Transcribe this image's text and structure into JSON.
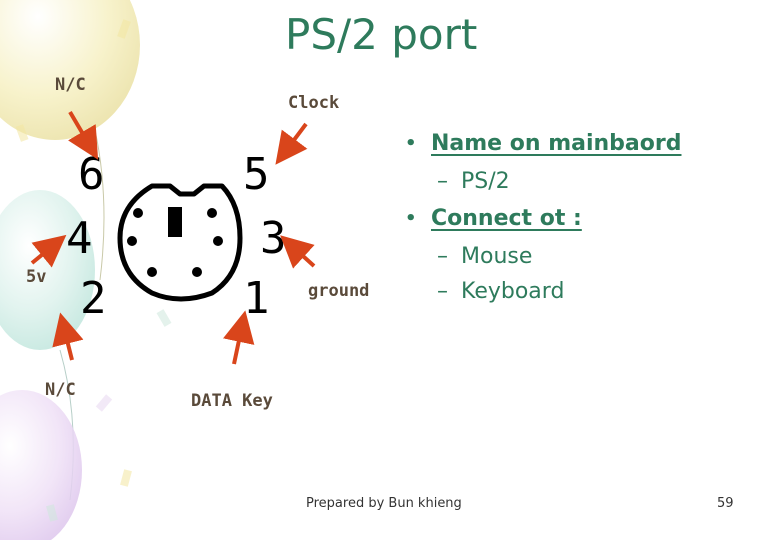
{
  "title": "PS/2 port",
  "pin_labels": {
    "nc_top": "N/C",
    "clock": "Clock",
    "five_v": "5v",
    "ground": "ground",
    "nc_bottom": "N/C",
    "data_key": "DATA Key"
  },
  "pin_numbers": [
    "6",
    "5",
    "4",
    "3",
    "2",
    "1"
  ],
  "bullets": {
    "item1": "Name on mainbaord",
    "item1_sub": "PS/2",
    "item2": "Connect ot :",
    "item2_sub1": "Mouse",
    "item2_sub2": "Keyboard"
  },
  "footer": "Prepared by Bun khieng",
  "page_number": "59",
  "colors": {
    "title": "#2e7b5c",
    "arrow": "#d9451b",
    "label": "#5a4a3a"
  }
}
